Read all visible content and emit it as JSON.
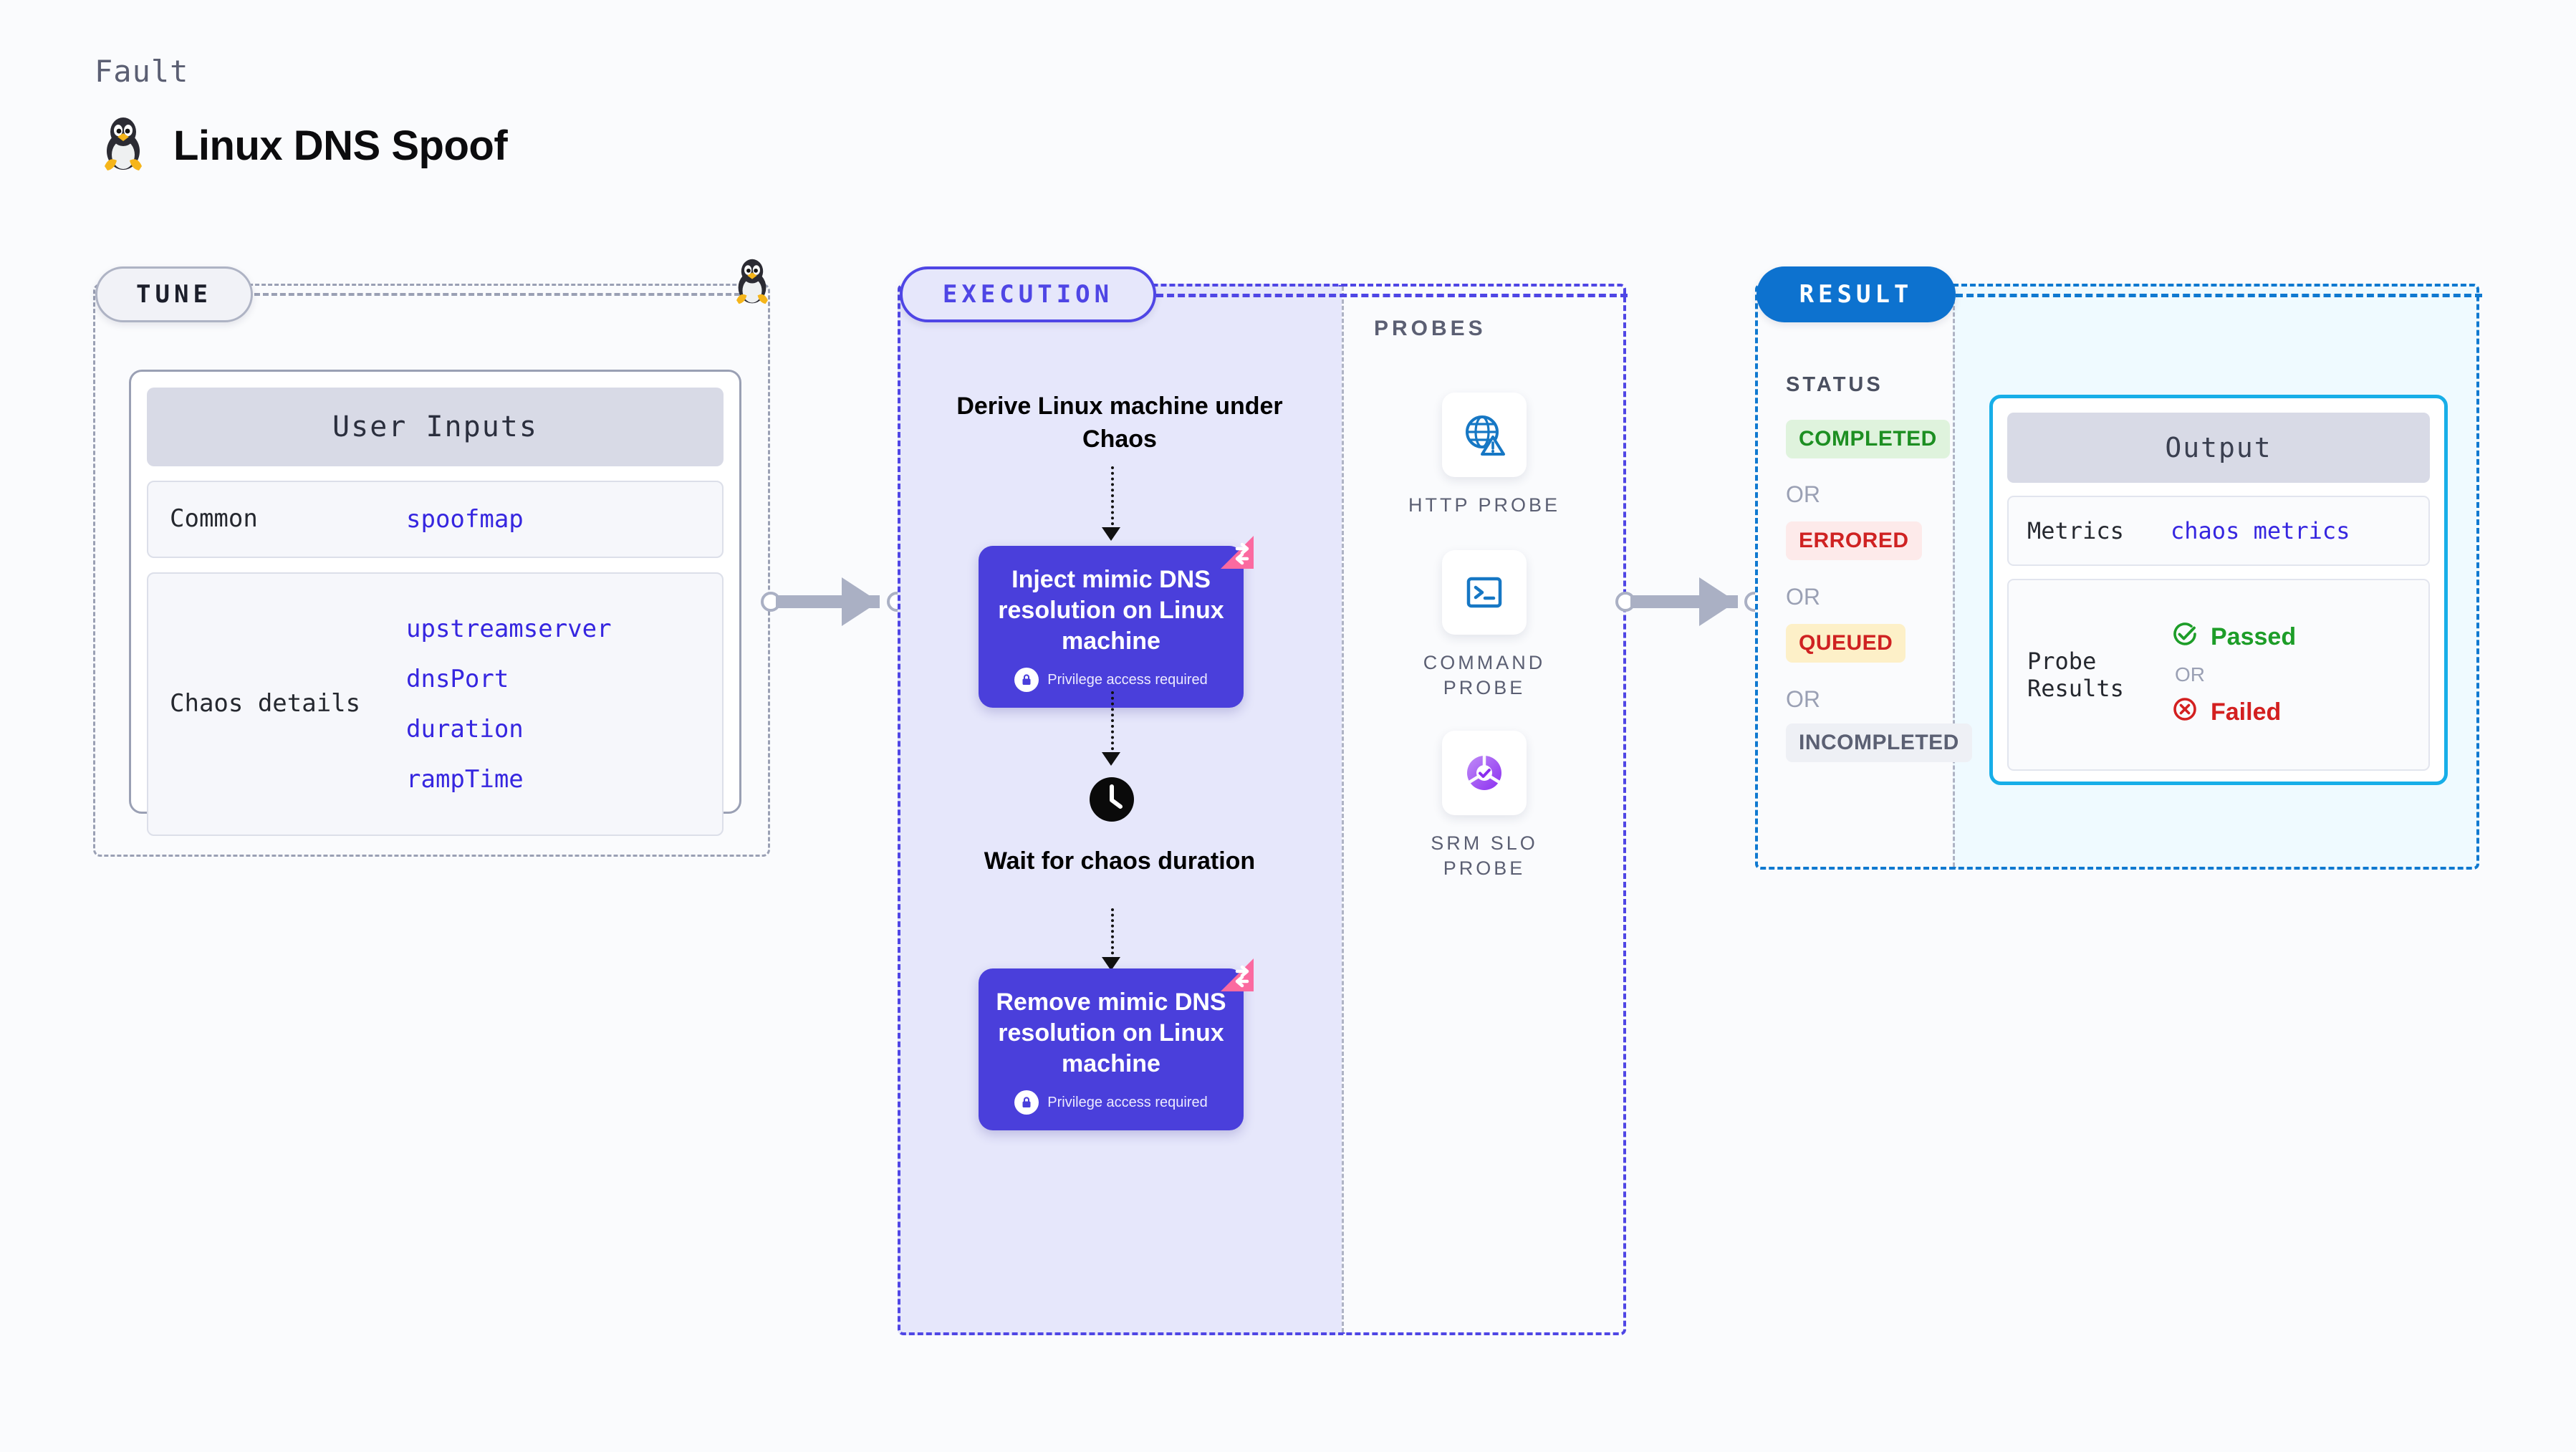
{
  "header": {
    "kicker": "Fault",
    "title": "Linux DNS Spoof",
    "icon": "tux-penguin-icon"
  },
  "tune": {
    "badge": "TUNE",
    "card_title": "User Inputs",
    "rows": [
      {
        "label": "Common",
        "values": [
          "spoofmap"
        ]
      },
      {
        "label": "Chaos details",
        "values": [
          "upstreamserver",
          "dnsPort",
          "duration",
          "rampTime"
        ]
      }
    ]
  },
  "execution": {
    "badge": "EXECUTION",
    "steps": {
      "derive": "Derive Linux machine under Chaos",
      "inject": "Inject mimic DNS resolution on Linux machine",
      "wait": "Wait for chaos duration",
      "remove": "Remove mimic DNS resolution on Linux machine"
    },
    "privilege_note": "Privilege access required"
  },
  "probes": {
    "title": "PROBES",
    "items": [
      {
        "label": "HTTP PROBE",
        "icon": "globe-warning-icon"
      },
      {
        "label": "COMMAND PROBE",
        "icon": "terminal-icon"
      },
      {
        "label": "SRM SLO PROBE",
        "icon": "slo-donut-check-icon"
      }
    ]
  },
  "result": {
    "badge": "RESULT",
    "status_title": "STATUS",
    "or_label": "OR",
    "statuses": [
      {
        "label": "COMPLETED",
        "bg": "#dff3dd",
        "fg": "#1d8f22"
      },
      {
        "label": "ERRORED",
        "bg": "#fdeaea",
        "fg": "#cf2222"
      },
      {
        "label": "QUEUED",
        "bg": "#fdf0c8",
        "fg": "#cf2222"
      },
      {
        "label": "INCOMPLETED",
        "bg": "#eef0f5",
        "fg": "#5b6073"
      }
    ],
    "output": {
      "title": "Output",
      "metrics_label": "Metrics",
      "metrics_value": "chaos metrics",
      "probe_label": "Probe Results",
      "passed": "Passed",
      "failed": "Failed",
      "or_label": "OR"
    }
  },
  "colors": {
    "indigo": "#4f46e5",
    "action_purple": "#4a3fdb",
    "result_blue": "#0d72cf",
    "output_cyan": "#17aee8",
    "ribbon_pink": "#fb6aa0",
    "mono_blue": "#3626e0"
  }
}
